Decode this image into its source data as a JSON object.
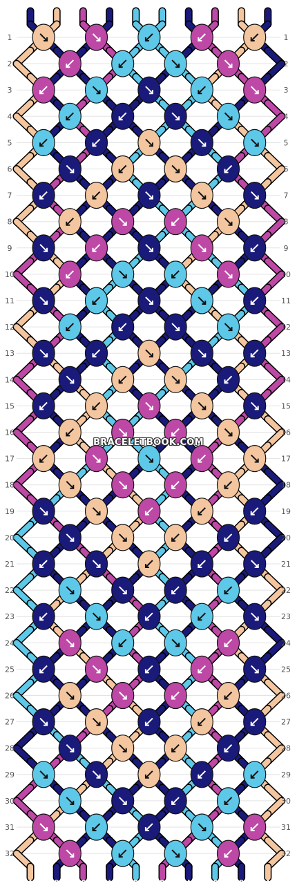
{
  "colors": {
    "A": "#1a1a7a",
    "B": "#f3c6a0",
    "C": "#be48a6",
    "D": "#5ec8e8"
  },
  "strands": [
    "A",
    "B",
    "C",
    "A",
    "D",
    "D",
    "A",
    "C",
    "B",
    "A"
  ],
  "row_numbers": [
    "1",
    "2",
    "3",
    "4",
    "5",
    "6",
    "7",
    "8",
    "9",
    "10",
    "11",
    "12",
    "13",
    "14",
    "15",
    "16",
    "17",
    "18",
    "19",
    "20",
    "21",
    "22",
    "23",
    "24",
    "25",
    "26",
    "27",
    "28",
    "29",
    "30",
    "31",
    "32"
  ],
  "rows": [
    {
      "knots": [
        [
          "B",
          "se"
        ],
        [
          "C",
          "se"
        ],
        [
          "D",
          "sw"
        ],
        [
          "C",
          "sw"
        ],
        [
          "B",
          "sw"
        ]
      ]
    },
    {
      "knots": [
        [
          "C",
          "sw"
        ],
        [
          "D",
          "sw"
        ],
        [
          "D",
          "se"
        ],
        [
          "C",
          "se"
        ]
      ]
    },
    {
      "knots": [
        [
          "C",
          "sw"
        ],
        [
          "D",
          "se"
        ],
        [
          "A",
          "se"
        ],
        [
          "D",
          "sw"
        ],
        [
          "C",
          "se"
        ]
      ]
    },
    {
      "knots": [
        [
          "D",
          "sw"
        ],
        [
          "A",
          "sw"
        ],
        [
          "A",
          "se"
        ],
        [
          "D",
          "se"
        ]
      ]
    },
    {
      "knots": [
        [
          "D",
          "sw"
        ],
        [
          "A",
          "sw"
        ],
        [
          "B",
          "se"
        ],
        [
          "A",
          "se"
        ],
        [
          "D",
          "se"
        ]
      ]
    },
    {
      "knots": [
        [
          "A",
          "se"
        ],
        [
          "B",
          "sw"
        ],
        [
          "B",
          "se"
        ],
        [
          "A",
          "sw"
        ]
      ]
    },
    {
      "knots": [
        [
          "A",
          "sw"
        ],
        [
          "B",
          "sw"
        ],
        [
          "A",
          "se"
        ],
        [
          "B",
          "se"
        ],
        [
          "A",
          "se"
        ]
      ]
    },
    {
      "knots": [
        [
          "B",
          "sw"
        ],
        [
          "C",
          "se"
        ],
        [
          "C",
          "sw"
        ],
        [
          "B",
          "se"
        ]
      ]
    },
    {
      "knots": [
        [
          "A",
          "se"
        ],
        [
          "C",
          "sw"
        ],
        [
          "A",
          "se"
        ],
        [
          "C",
          "se"
        ],
        [
          "A",
          "sw"
        ]
      ]
    },
    {
      "knots": [
        [
          "C",
          "sw"
        ],
        [
          "D",
          "se"
        ],
        [
          "D",
          "sw"
        ],
        [
          "C",
          "se"
        ]
      ]
    },
    {
      "knots": [
        [
          "A",
          "se"
        ],
        [
          "D",
          "sw"
        ],
        [
          "A",
          "se"
        ],
        [
          "D",
          "se"
        ],
        [
          "A",
          "sw"
        ]
      ]
    },
    {
      "knots": [
        [
          "D",
          "sw"
        ],
        [
          "A",
          "sw"
        ],
        [
          "A",
          "se"
        ],
        [
          "D",
          "se"
        ]
      ]
    },
    {
      "knots": [
        [
          "A",
          "se"
        ],
        [
          "A",
          "sw"
        ],
        [
          "B",
          "se"
        ],
        [
          "A",
          "se"
        ],
        [
          "A",
          "sw"
        ]
      ]
    },
    {
      "knots": [
        [
          "A",
          "se"
        ],
        [
          "B",
          "sw"
        ],
        [
          "B",
          "se"
        ],
        [
          "A",
          "sw"
        ]
      ]
    },
    {
      "knots": [
        [
          "A",
          "sw"
        ],
        [
          "B",
          "sw"
        ],
        [
          "C",
          "se"
        ],
        [
          "B",
          "se"
        ],
        [
          "A",
          "se"
        ]
      ]
    },
    {
      "knots": [
        [
          "B",
          "sw"
        ],
        [
          "C",
          "se"
        ],
        [
          "C",
          "sw"
        ],
        [
          "B",
          "se"
        ]
      ]
    },
    {
      "knots": [
        [
          "B",
          "sw"
        ],
        [
          "C",
          "se"
        ],
        [
          "D",
          "se"
        ],
        [
          "C",
          "sw"
        ],
        [
          "B",
          "se"
        ]
      ]
    },
    {
      "knots": [
        [
          "B",
          "se"
        ],
        [
          "C",
          "se"
        ],
        [
          "C",
          "sw"
        ],
        [
          "B",
          "sw"
        ]
      ]
    },
    {
      "knots": [
        [
          "A",
          "se"
        ],
        [
          "B",
          "se"
        ],
        [
          "C",
          "sw"
        ],
        [
          "B",
          "sw"
        ],
        [
          "A",
          "sw"
        ]
      ]
    },
    {
      "knots": [
        [
          "A",
          "se"
        ],
        [
          "B",
          "se"
        ],
        [
          "B",
          "sw"
        ],
        [
          "A",
          "sw"
        ]
      ]
    },
    {
      "knots": [
        [
          "A",
          "sw"
        ],
        [
          "A",
          "se"
        ],
        [
          "B",
          "sw"
        ],
        [
          "A",
          "sw"
        ],
        [
          "A",
          "se"
        ]
      ]
    },
    {
      "knots": [
        [
          "D",
          "se"
        ],
        [
          "A",
          "se"
        ],
        [
          "A",
          "sw"
        ],
        [
          "D",
          "sw"
        ]
      ]
    },
    {
      "knots": [
        [
          "A",
          "sw"
        ],
        [
          "D",
          "se"
        ],
        [
          "A",
          "sw"
        ],
        [
          "D",
          "sw"
        ],
        [
          "A",
          "se"
        ]
      ]
    },
    {
      "knots": [
        [
          "C",
          "se"
        ],
        [
          "D",
          "sw"
        ],
        [
          "D",
          "se"
        ],
        [
          "C",
          "sw"
        ]
      ]
    },
    {
      "knots": [
        [
          "A",
          "sw"
        ],
        [
          "C",
          "se"
        ],
        [
          "A",
          "sw"
        ],
        [
          "C",
          "sw"
        ],
        [
          "A",
          "se"
        ]
      ]
    },
    {
      "knots": [
        [
          "B",
          "se"
        ],
        [
          "C",
          "se"
        ],
        [
          "C",
          "sw"
        ],
        [
          "B",
          "sw"
        ]
      ]
    },
    {
      "knots": [
        [
          "A",
          "se"
        ],
        [
          "B",
          "se"
        ],
        [
          "A",
          "sw"
        ],
        [
          "B",
          "sw"
        ],
        [
          "A",
          "sw"
        ]
      ]
    },
    {
      "knots": [
        [
          "A",
          "se"
        ],
        [
          "B",
          "se"
        ],
        [
          "B",
          "sw"
        ],
        [
          "A",
          "sw"
        ]
      ]
    },
    {
      "knots": [
        [
          "D",
          "se"
        ],
        [
          "A",
          "se"
        ],
        [
          "B",
          "sw"
        ],
        [
          "A",
          "sw"
        ],
        [
          "D",
          "sw"
        ]
      ]
    },
    {
      "knots": [
        [
          "D",
          "se"
        ],
        [
          "A",
          "se"
        ],
        [
          "A",
          "sw"
        ],
        [
          "D",
          "sw"
        ]
      ]
    },
    {
      "knots": [
        [
          "C",
          "se"
        ],
        [
          "D",
          "sw"
        ],
        [
          "A",
          "sw"
        ],
        [
          "D",
          "se"
        ],
        [
          "C",
          "sw"
        ]
      ]
    },
    {
      "knots": [
        [
          "C",
          "se"
        ],
        [
          "D",
          "sw"
        ],
        [
          "D",
          "se"
        ],
        [
          "C",
          "sw"
        ]
      ]
    }
  ],
  "watermark": "BRACELETBOOK.COM"
}
